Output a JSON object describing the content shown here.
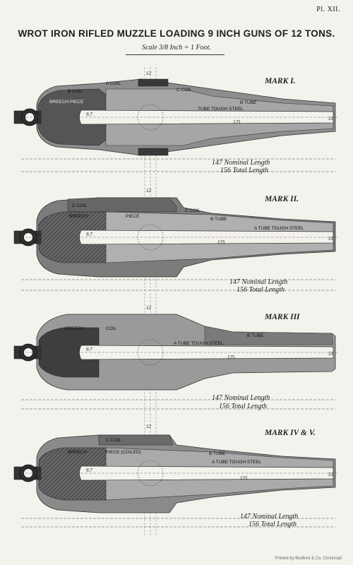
{
  "plate": "Pl. XII.",
  "title": "WROT IRON RIFLED MUZZLE LOADING 9 INCH GUNS OF 12 TONS.",
  "scale": "Scale 3/8 Inch = 1 Foot.",
  "footer": "Printed by Bedford & Co. Cincinnati",
  "guns": [
    {
      "mark": "MARK I.",
      "labels": [
        "A COIL",
        "B COIL",
        "C COIL",
        "B TUBE",
        "BREECH PIECE",
        "TUBE TOUGH STEEL"
      ],
      "dims": [
        "12",
        "9.7",
        "125",
        "51"
      ],
      "nominal_length": "147 Nominal Length",
      "total_length": "156 Total Length"
    },
    {
      "mark": "MARK II.",
      "labels": [
        "D COIL",
        "BREECH",
        "PIECE",
        "C COIL",
        "B TUBE",
        "A TUBE TOUGH STEEL"
      ],
      "dims": [
        "12",
        "9.7",
        "125",
        "51"
      ],
      "nominal_length": "147 Nominal Length",
      "total_length": "156 Total Length"
    },
    {
      "mark": "MARK III",
      "labels": [
        "BREECH",
        "COIL",
        "B TUBE",
        "A TUBE TOUGH STEEL"
      ],
      "dims": [
        "12",
        "9.7",
        "125",
        "51"
      ],
      "nominal_length": "147 Nominal Length",
      "total_length": "156 Total Length"
    },
    {
      "mark": "MARK IV & V.",
      "labels": [
        "C COIL",
        "BREECH",
        "PIECE (COILED)",
        "B TUBE",
        "A TUBE TOUGH STEEL"
      ],
      "dims": [
        "12",
        "9.7",
        "125",
        "51"
      ],
      "nominal_length": "147 Nominal Length",
      "total_length": "156 Total Length"
    }
  ]
}
